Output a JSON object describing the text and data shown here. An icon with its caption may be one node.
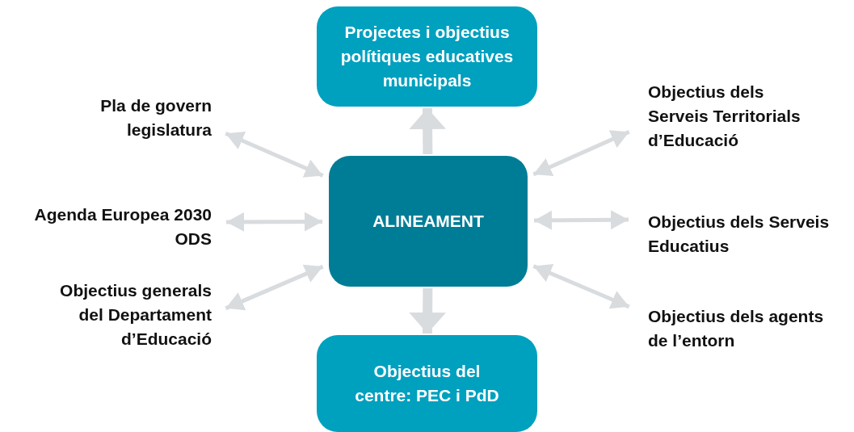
{
  "diagram": {
    "nodes": [
      {
        "text": [
          "Projectes i objectius polítiques educatives municipals"
        ]
      },
      {
        "text": [
          "ALINEAMENT"
        ]
      },
      {
        "text": [
          "Objectius del centre: PEC i PdD"
        ]
      },
      {
        "text": [
          "Pla de govern legislatura"
        ]
      },
      {
        "text": [
          "Agenda Europea 2030 ODS"
        ]
      },
      {
        "text": [
          "Objectius generals del Departament d’Educació"
        ]
      },
      {
        "text": [
          "Objectius dels Serveis Territorials d’Educació"
        ]
      },
      {
        "text": [
          "Objectius dels Serveis Educatius"
        ]
      },
      {
        "text": [
          "Objectius dels agents de l’entorn"
        ]
      }
    ],
    "edges": [
      {
        "from": 1,
        "to": 0,
        "arrow": "to",
        "style": "thick"
      },
      {
        "from": 1,
        "to": 2,
        "arrow": "to",
        "style": "thick"
      },
      {
        "from": 3,
        "to": 1,
        "arrow": "both"
      },
      {
        "from": 4,
        "to": 1,
        "arrow": "both"
      },
      {
        "from": 5,
        "to": 1,
        "arrow": "both"
      },
      {
        "from": 6,
        "to": 1,
        "arrow": "both"
      },
      {
        "from": 7,
        "to": 1,
        "arrow": "both"
      },
      {
        "from": 8,
        "to": 1,
        "arrow": "both"
      }
    ]
  }
}
